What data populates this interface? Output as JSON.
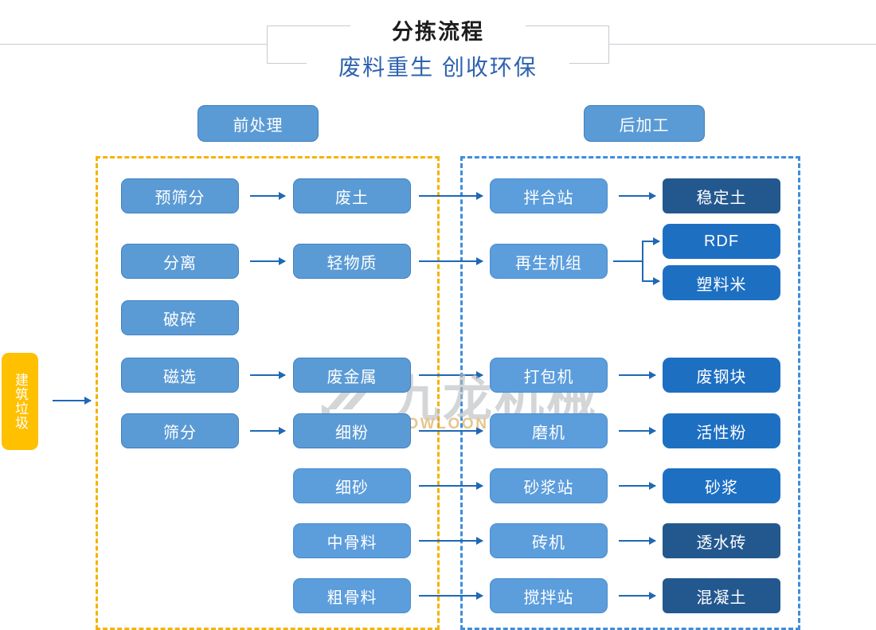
{
  "title": {
    "main": "分拣流程",
    "sub": "废料重生 创收环保"
  },
  "stages": {
    "pre_label": "前处理",
    "post_label": "后加工"
  },
  "input": {
    "label": "建筑垃圾"
  },
  "watermark": {
    "cn": "九龙机械",
    "en": "KOWLOON MACHINERY",
    "logo": "kowloon-logo-icon"
  },
  "colors": {
    "stage_pill": "#5b9bd5",
    "node_mid": "#5b9bd5",
    "node_light": "#5c9ddc",
    "node_navy": "#23588f",
    "node_bright": "#1d6fc2",
    "input_yellow": "#ffc000",
    "zone_pre_border": "#f5b301",
    "zone_post_border": "#3f8ddb",
    "arrow": "#1f68b5",
    "title_sub": "#2e62b0"
  },
  "flow": {
    "rows": [
      {
        "process": "预筛分",
        "material": "废土",
        "machine": "拌合站",
        "product": "稳定土"
      },
      {
        "process": "分离",
        "material": "轻物质",
        "machine": "再生机组",
        "product": "RDF",
        "product2": "塑料米"
      },
      {
        "process": "破碎",
        "material": "",
        "machine": "",
        "product": ""
      },
      {
        "process": "磁选",
        "material": "废金属",
        "machine": "打包机",
        "product": "废钢块"
      },
      {
        "process": "筛分",
        "material": "细粉",
        "machine": "磨机",
        "product": "活性粉"
      },
      {
        "process": "",
        "material": "细砂",
        "machine": "砂浆站",
        "product": "砂浆"
      },
      {
        "process": "",
        "material": "中骨料",
        "machine": "砖机",
        "product": "透水砖"
      },
      {
        "process": "",
        "material": "粗骨料",
        "machine": "搅拌站",
        "product": "混凝土"
      }
    ]
  }
}
